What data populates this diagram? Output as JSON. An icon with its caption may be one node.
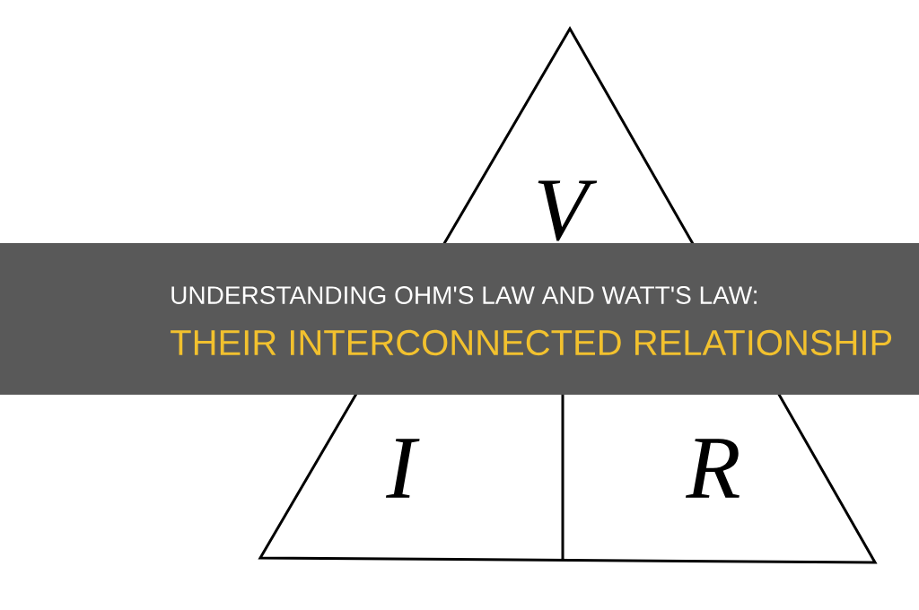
{
  "diagram": {
    "labels": [
      "UNDERSTANDING OHM'S LAW AND WATT'S LAW:",
      "THEIR INTERCONNECTED RELATIONSHIP",
      "V",
      "I",
      "R"
    ]
  }
}
